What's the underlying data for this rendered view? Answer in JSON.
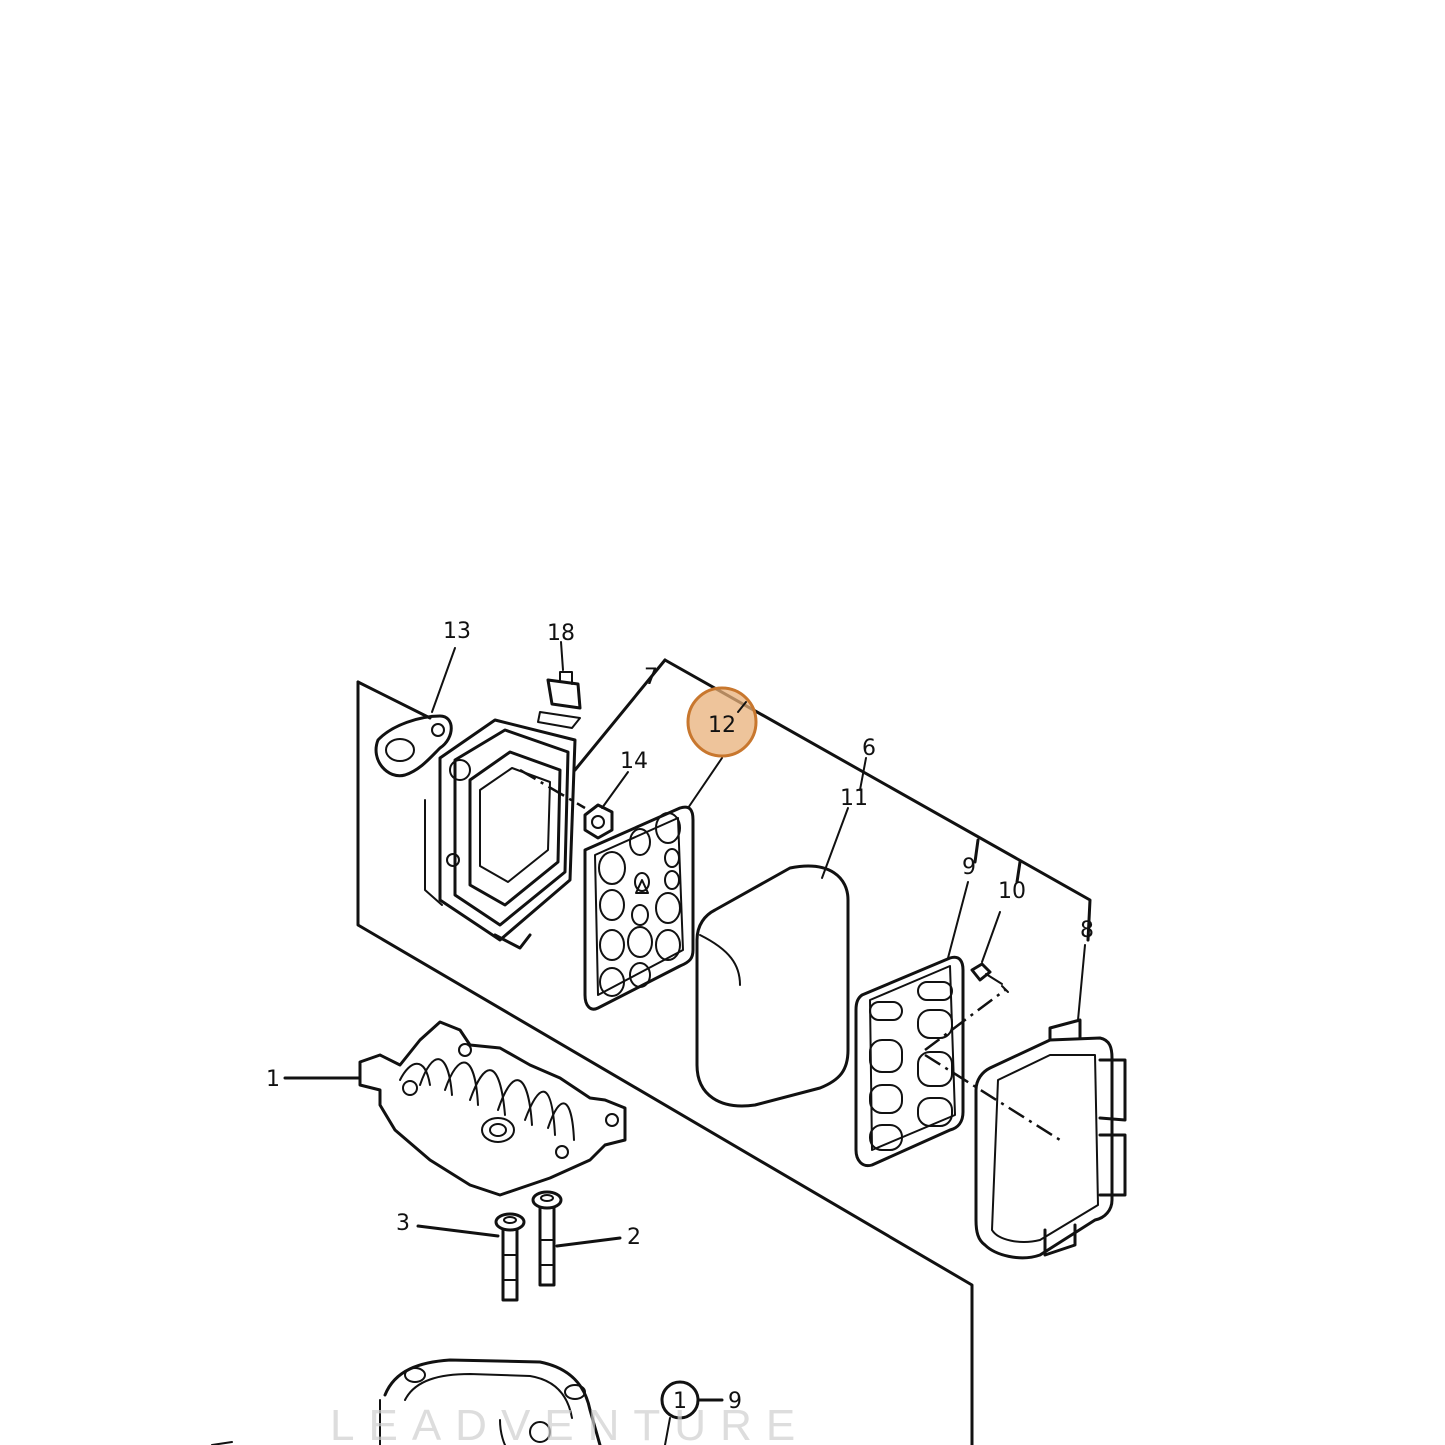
{
  "diagram": {
    "callouts": {
      "c13": "13",
      "c18": "18",
      "c7": "7",
      "c12": "12",
      "c14": "14",
      "c6": "6",
      "c11": "11",
      "c9": "9",
      "c10": "10",
      "c8": "8",
      "c1": "1",
      "c3": "3",
      "c2": "2",
      "c_circled": "1",
      "c_circled_ref": "9"
    },
    "highlight": {
      "target": "12",
      "color": "#e8b07a",
      "border": "#c8772e"
    },
    "watermark": "LEADVENTURE",
    "colors": {
      "line": "#111111",
      "background": "#ffffff"
    }
  }
}
